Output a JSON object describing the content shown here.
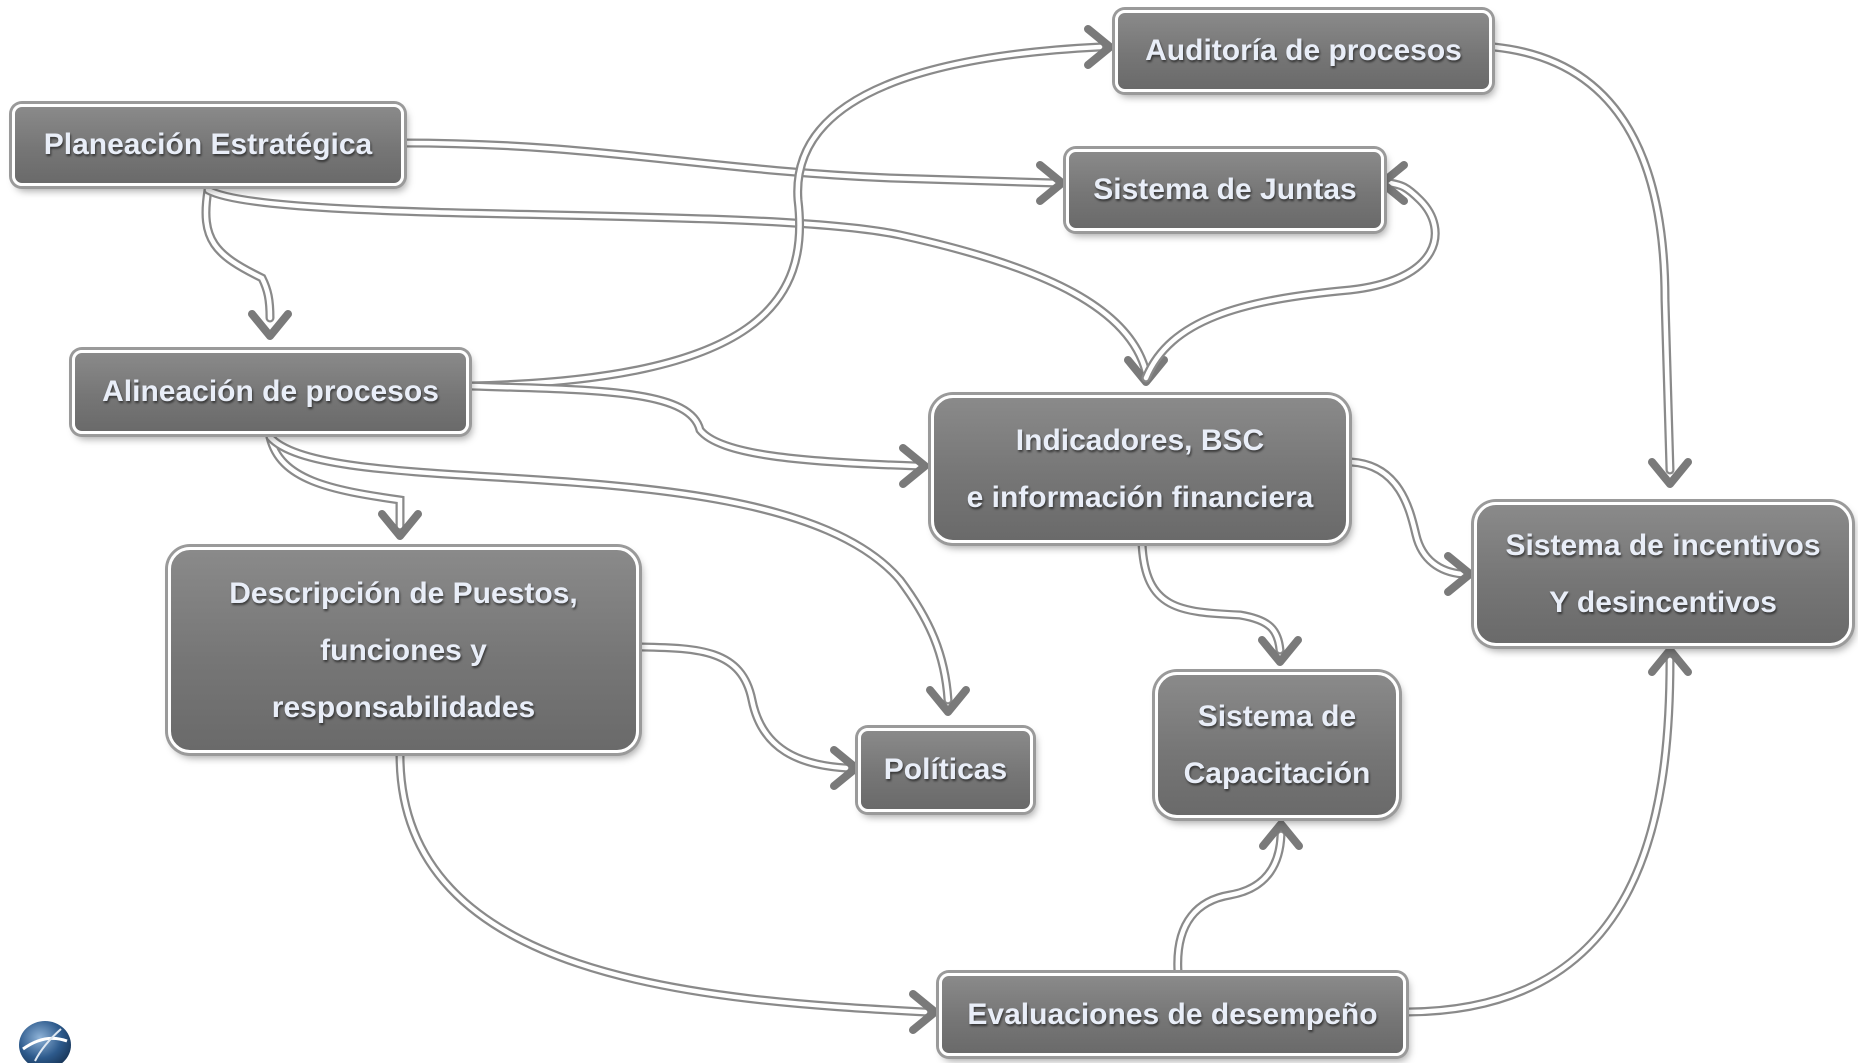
{
  "diagram": {
    "nodes": {
      "planeacion": {
        "label": "Planeación Estratégica"
      },
      "auditoria": {
        "label": "Auditoría de procesos"
      },
      "juntas": {
        "label": "Sistema de Juntas"
      },
      "alineacion": {
        "label": "Alineación de procesos"
      },
      "indicadores": {
        "lines": [
          "Indicadores, BSC",
          "e información financiera"
        ]
      },
      "descripcion": {
        "lines": [
          "Descripción de Puestos,",
          "funciones y",
          "responsabilidades"
        ]
      },
      "politicas": {
        "label": "Políticas"
      },
      "capacitacion": {
        "lines": [
          "Sistema de",
          "Capacitación"
        ]
      },
      "incentivos": {
        "lines": [
          "Sistema de incentivos",
          "Y desincentivos"
        ]
      },
      "evaluaciones": {
        "label": "Evaluaciones de desempeño"
      }
    },
    "edges": [
      {
        "from": "planeacion",
        "to": "juntas"
      },
      {
        "from": "planeacion",
        "to": "alineacion"
      },
      {
        "from": "planeacion",
        "to": "indicadores"
      },
      {
        "from": "alineacion",
        "to": "auditoria"
      },
      {
        "from": "alineacion",
        "to": "indicadores"
      },
      {
        "from": "alineacion",
        "to": "descripcion"
      },
      {
        "from": "alineacion",
        "to": "politicas"
      },
      {
        "from": "indicadores",
        "to": "juntas"
      },
      {
        "from": "indicadores",
        "to": "incentivos"
      },
      {
        "from": "indicadores",
        "to": "capacitacion"
      },
      {
        "from": "auditoria",
        "to": "incentivos"
      },
      {
        "from": "descripcion",
        "to": "politicas"
      },
      {
        "from": "descripcion",
        "to": "evaluaciones"
      },
      {
        "from": "evaluaciones",
        "to": "capacitacion"
      },
      {
        "from": "evaluaciones",
        "to": "incentivos"
      }
    ],
    "colors": {
      "box": "#777777",
      "text": "#e9eef8",
      "arrow": "#7a7a7a",
      "border": "#ffffff"
    },
    "logo_icon": "globe-logo-icon"
  }
}
